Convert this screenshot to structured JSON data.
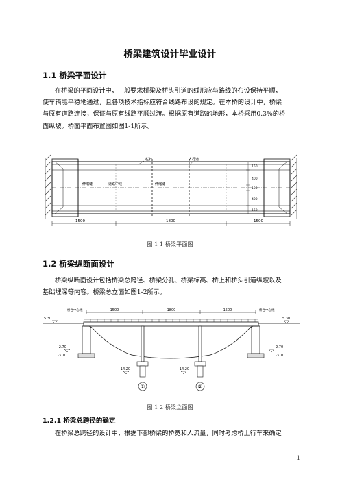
{
  "doc": {
    "title": "桥梁建筑设计毕业设计",
    "page_number": "1"
  },
  "sec1_1": {
    "heading": "1.1 桥梁平面设计",
    "para_lines": [
      "在桥梁的平面设计中，一般要求桥梁及桥头引道的线形应与路线的布设保持平顺，",
      "使车辆能平稳地通过，且各项技术指标应符合线路布设的规定。在本桥的设计中，桥梁",
      "与原有道路连接，保证与原有线路平顺过渡。根据原有道路的地形，本桥采用0.3%的桥",
      "面纵坡。桥面平面布置图如图1-1所示。"
    ],
    "figure_caption": "图 1 1  桥梁平面图",
    "figure": {
      "labels": {
        "railing": "栏杆",
        "sidewalk": "人行道",
        "pier_line_left": "伸缩缝",
        "center_line": "道路中线",
        "pier_line_right": "伸缩缝"
      },
      "dims_right": [
        "150",
        "400",
        "100",
        "400",
        "150"
      ],
      "spans": [
        "1500",
        "1800",
        "1500"
      ]
    }
  },
  "sec1_2": {
    "heading": "1.2 桥梁纵断面设计",
    "para_lines": [
      "桥梁纵断面设计包括桥梁总跨径、桥梁分孔、桥梁标高、桥上和桥头引道纵坡以及",
      "基础埋深等内容。桥梁总立面如图1-2所示。"
    ],
    "figure_caption": "图 1 2  桥梁立面图",
    "figure": {
      "elev_left": "5.30",
      "elev_right": "5.30",
      "elev_left_low1": "-2.70",
      "elev_left_low2": "-3.70",
      "elev_right_low1": "2.70",
      "elev_right_low2": "-3.70",
      "pile_left": "-14.20",
      "pile_right": "-14.20",
      "spans": [
        "1500",
        "1800",
        "1500"
      ],
      "left_note": "桥台中心线",
      "right_note": "桥台中心线",
      "pier_marks": [
        "①",
        "②"
      ]
    }
  },
  "sec1_2_1": {
    "heading": "1.2.1 桥梁总跨径的确定",
    "para_lines": [
      "在桥梁总跨径的设计中，根据下部桥梁的桥宽和人流量，同时考虑桥上行车来确定"
    ]
  }
}
